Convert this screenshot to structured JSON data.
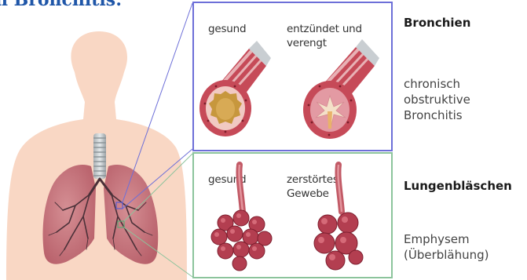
{
  "title": "n Bronchitis:",
  "bronchi_panel": {
    "label_healthy": "gesund",
    "label_inflamed_line1": "entzündet und",
    "label_inflamed_line2": "verengt"
  },
  "alveoli_panel": {
    "label_healthy": "gesund",
    "label_destroyed_line1": "zerstörtes",
    "label_destroyed_line2": "Gewebe"
  },
  "side_bronchi": {
    "heading": "Bronchien",
    "desc_line1": "chronisch",
    "desc_line2": "obstruktive",
    "desc_line3": "Bronchitis"
  },
  "side_alveoli": {
    "heading": "Lungenbläschen",
    "desc_line1": "Emphysem",
    "desc_line2": "(Überblähung)"
  },
  "colors": {
    "title": "#1f56a8",
    "bronchi_frame": "#6d6fd8",
    "alveoli_frame": "#8cc49c",
    "skin": "#f9d7c4",
    "tissue": "#b7495a"
  }
}
